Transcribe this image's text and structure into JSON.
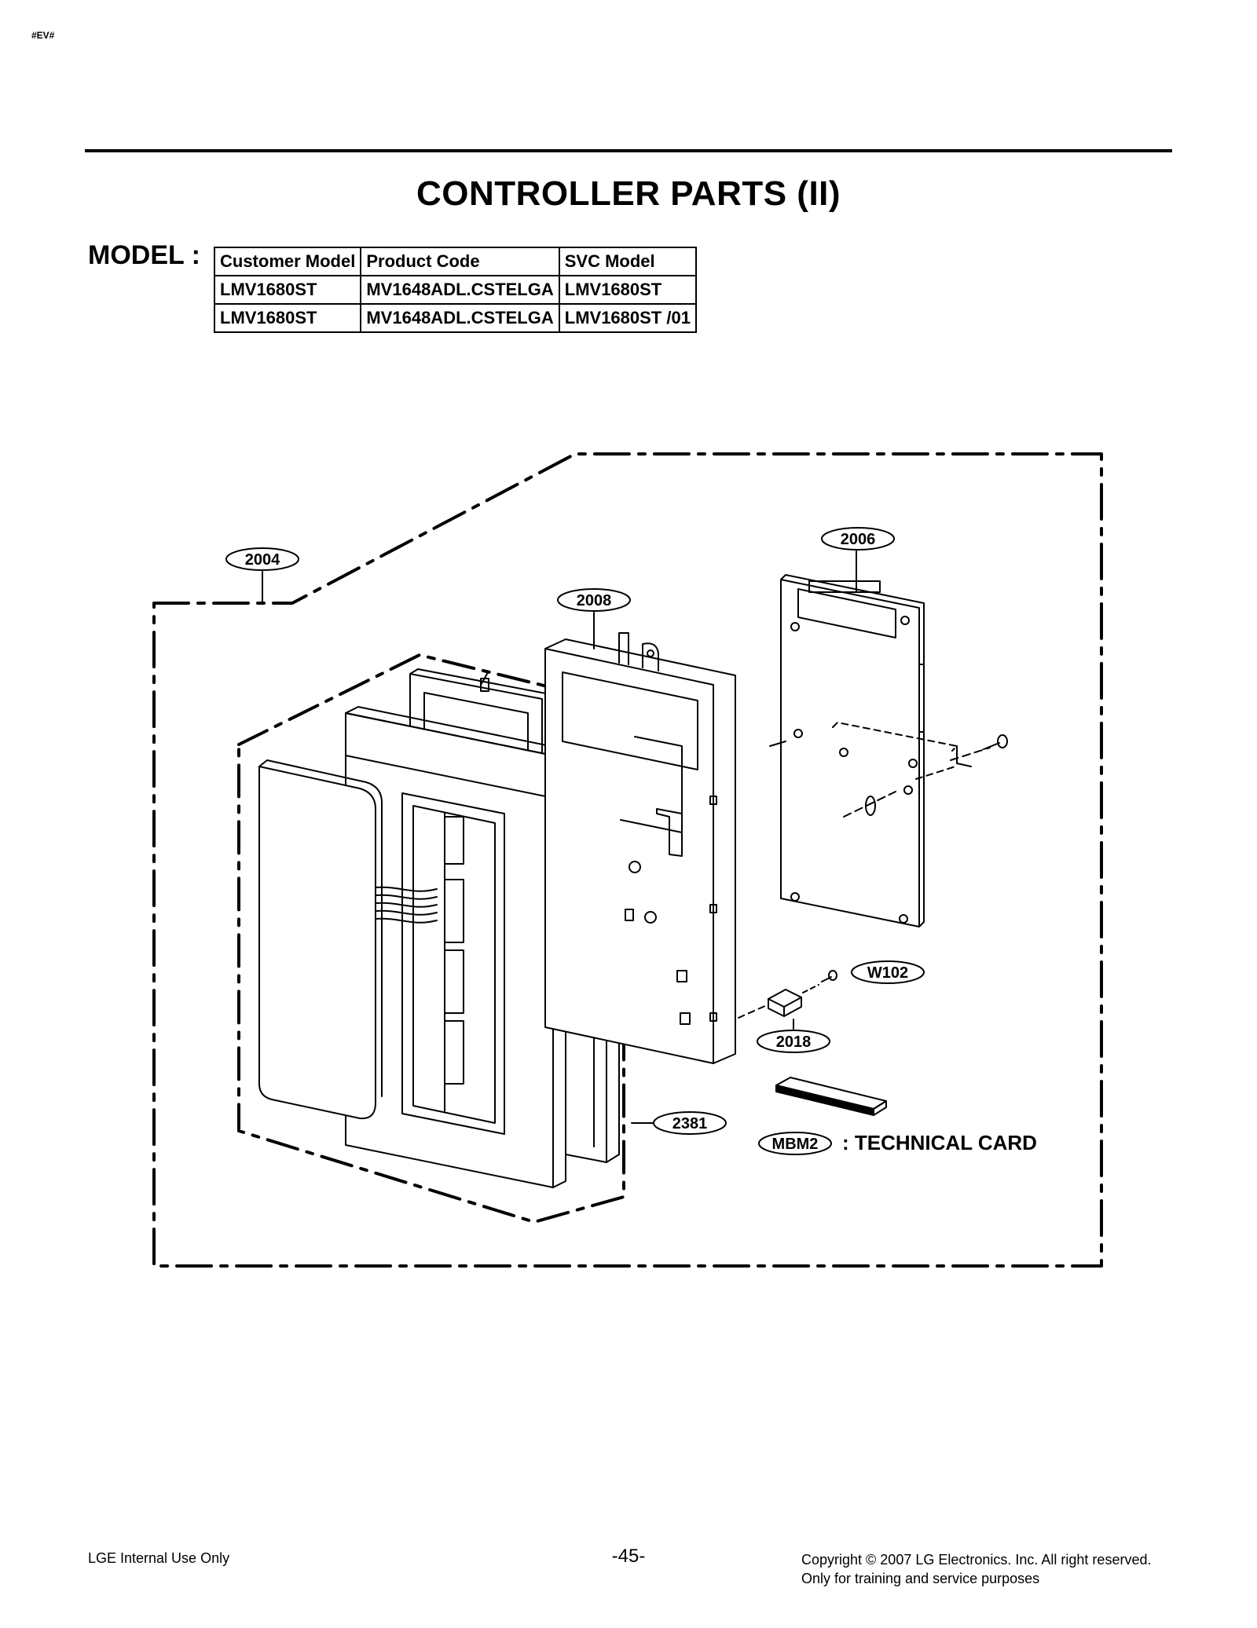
{
  "header": {
    "corner_code": "#EV#"
  },
  "page_title": "CONTROLLER PARTS (II)",
  "model": {
    "label": "MODEL :",
    "columns": [
      "Customer Model",
      "Product Code",
      "SVC Model"
    ],
    "rows": [
      [
        "LMV1680ST",
        "MV1648ADL.CSTELGA",
        "LMV1680ST"
      ],
      [
        "LMV1680ST",
        "MV1648ADL.CSTELGA",
        "LMV1680ST /01"
      ]
    ]
  },
  "diagram": {
    "callouts": {
      "c2004": "2004",
      "c2006": "2006",
      "c2008": "2008",
      "cW102": "W102",
      "c2018": "2018",
      "c2381": "2381",
      "cMBM2": "MBM2"
    },
    "technical_card": ": TECHNICAL CARD"
  },
  "footer": {
    "left": "LGE Internal Use Only",
    "page": "-45-",
    "copyright": "Copyright © 2007 LG Electronics. Inc. All right reserved.",
    "note": "Only for training and service purposes"
  }
}
